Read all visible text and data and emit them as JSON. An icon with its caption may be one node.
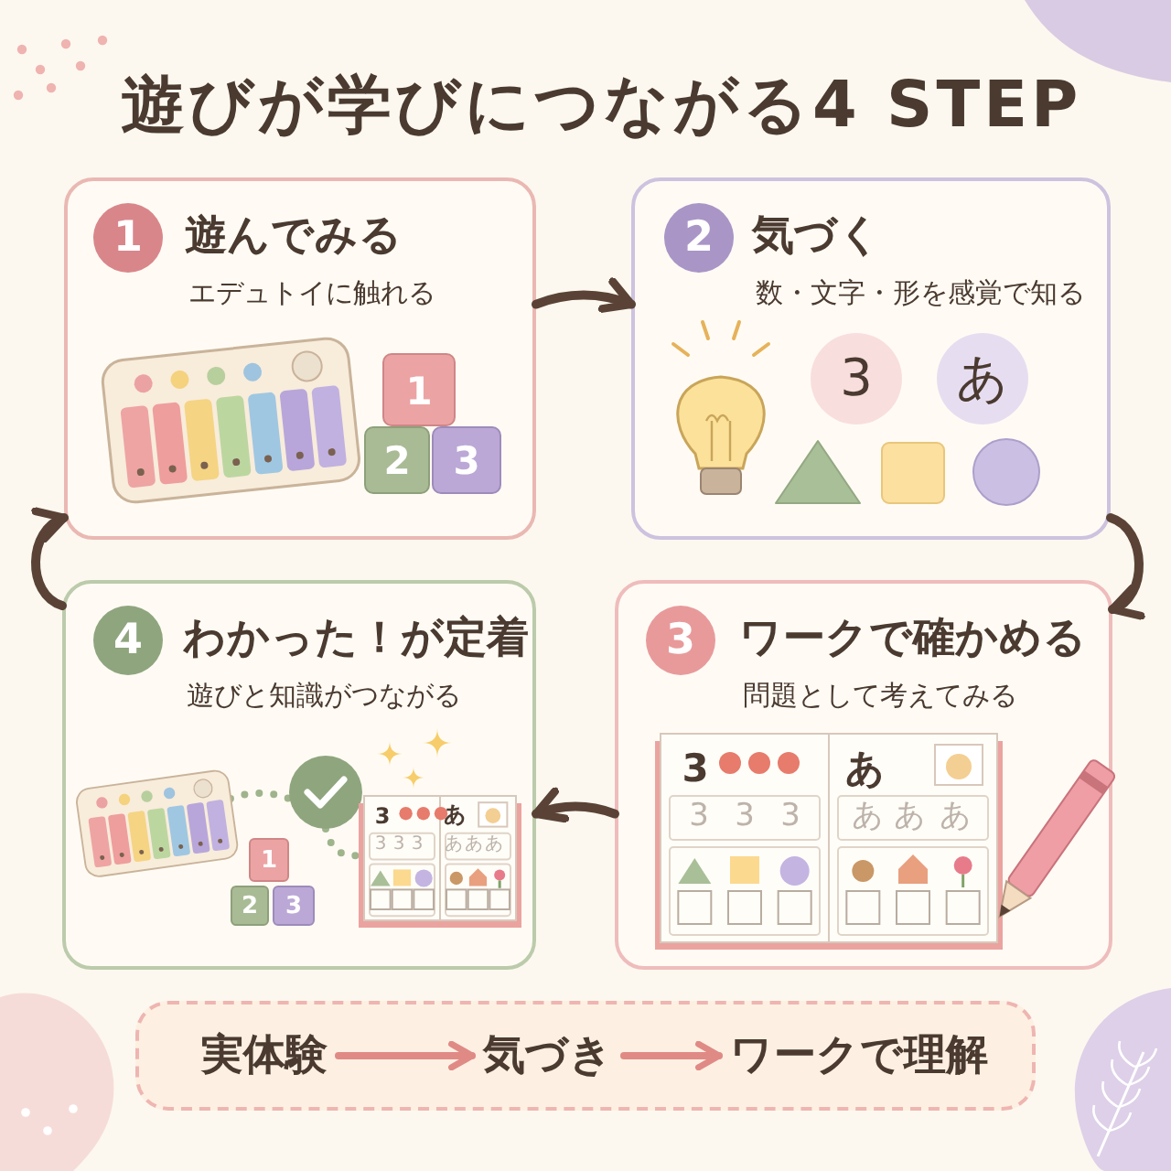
{
  "diagram": {
    "title": "遊びが学びにつながる4 STEP",
    "nodes": [
      {
        "text": [
          "遊んでみる",
          "エデュトイに触れる"
        ]
      },
      {
        "text": [
          "1"
        ],
        "in": 0
      },
      {
        "text": [
          "気づく",
          "数・文字・形を感覚で知る"
        ]
      },
      {
        "text": [
          "2"
        ],
        "in": 2
      },
      {
        "text": [
          "ワークで確かめる",
          "問題として考えてみる"
        ]
      },
      {
        "text": [
          "3"
        ],
        "in": 4
      },
      {
        "text": [
          "わかった！が定着",
          "遊びと知識がつながる"
        ]
      },
      {
        "text": [
          "4"
        ],
        "in": 6
      },
      {
        "text": [],
        "shape": "box"
      },
      {
        "text": [
          "実体験"
        ],
        "in": 8
      },
      {
        "text": [
          "気づき"
        ],
        "in": 8
      },
      {
        "text": [
          "ワークで理解"
        ],
        "in": 8
      },
      {
        "text": [],
        "shape": "picture",
        "in": 6
      },
      {
        "text": [],
        "shape": "circle",
        "in": 6
      },
      {
        "text": [],
        "shape": "picture",
        "in": 6
      }
    ],
    "edges": [
      {
        "from": 0,
        "to": 2,
        "arrow": "to"
      },
      {
        "from": 2,
        "to": 4,
        "arrow": "to"
      },
      {
        "from": 4,
        "to": 6,
        "arrow": "to"
      },
      {
        "from": 6,
        "to": 0,
        "arrow": "to"
      },
      {
        "from": 9,
        "to": 10,
        "arrow": "to",
        "color": "#e08a86"
      },
      {
        "from": 10,
        "to": 11,
        "arrow": "to",
        "color": "#e08a86"
      },
      {
        "from": 12,
        "to": 13,
        "arrow": "none",
        "style": "dashed",
        "color": "#9fb48c"
      },
      {
        "from": 13,
        "to": 14,
        "arrow": "none",
        "style": "dashed",
        "color": "#9fb48c"
      }
    ],
    "labels": [
      "1",
      "2",
      "3",
      "3",
      "あ",
      "3",
      "あ",
      "3",
      "3",
      "3",
      "あ",
      "あ",
      "あ",
      "1",
      "2",
      "3",
      "3",
      "あ",
      "3",
      "3",
      "3",
      "あ",
      "あ",
      "あ"
    ]
  }
}
